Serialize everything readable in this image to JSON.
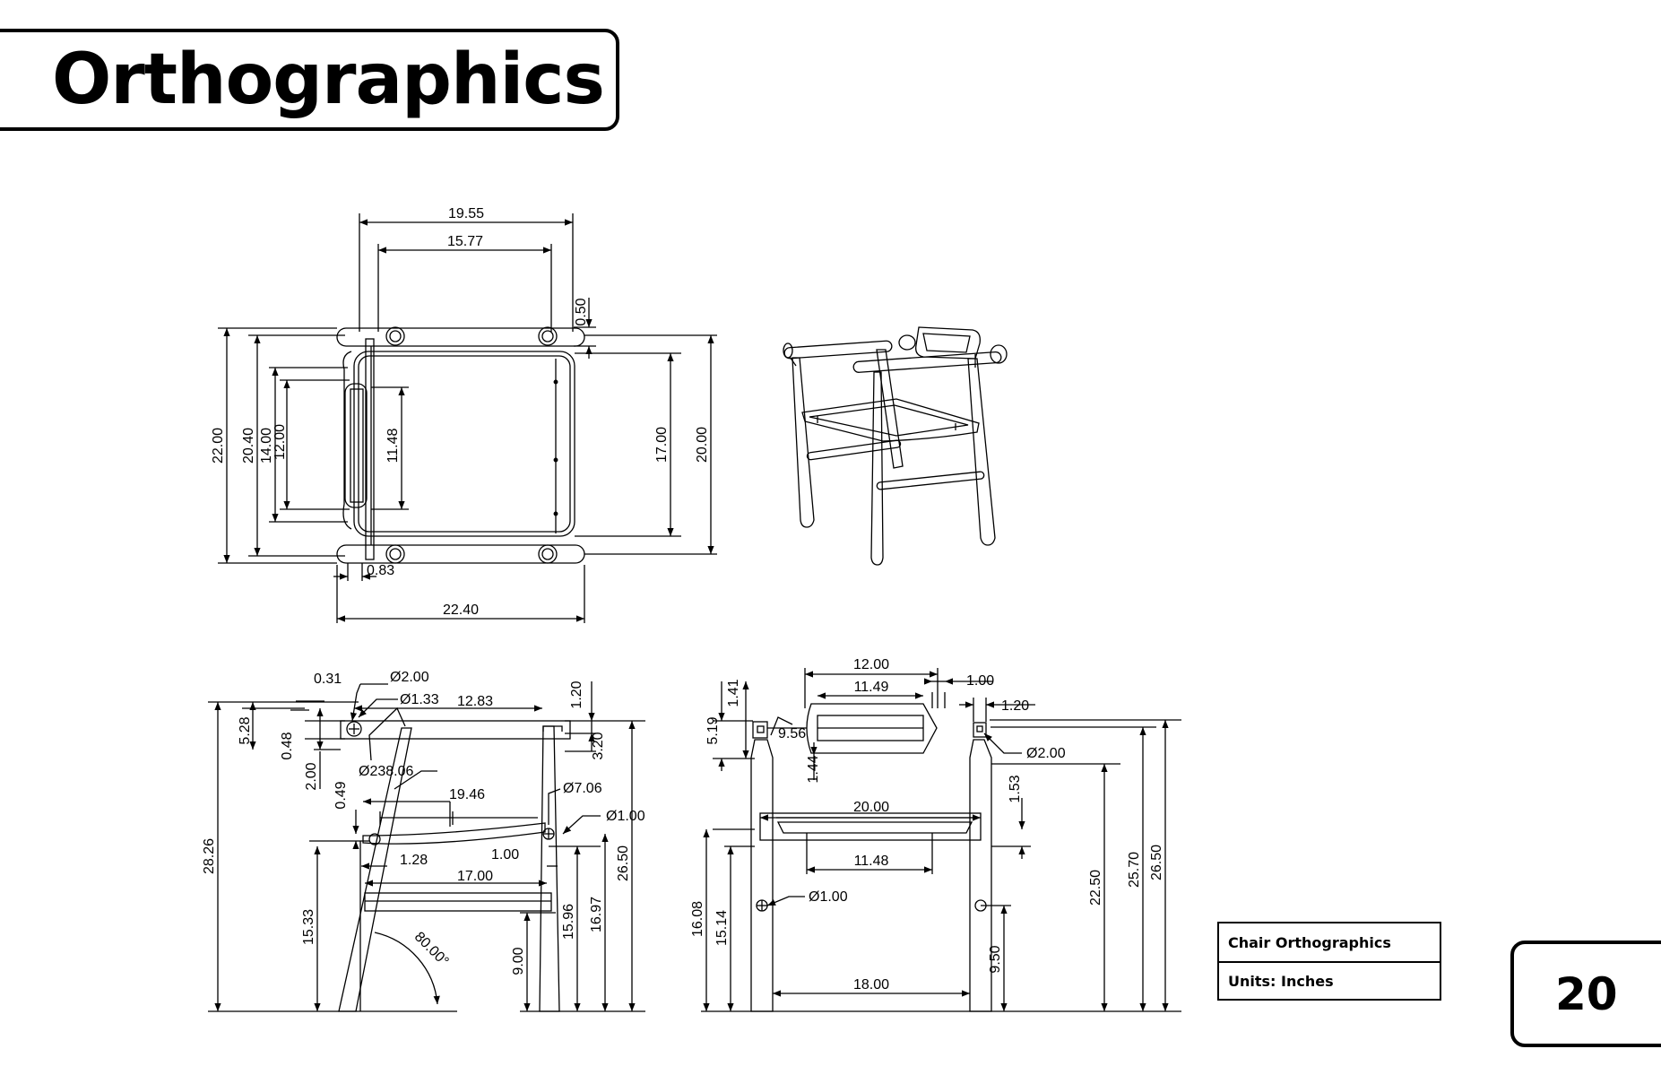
{
  "header": {
    "title": "Orthographics"
  },
  "info_block": {
    "title": "Chair Orthographics",
    "units": "Units: Inches"
  },
  "page_number": "20",
  "top_view": {
    "dims": {
      "width_overall": "19.55",
      "width_inner": "15.77",
      "offset_top": "0.50",
      "depth_overall": "22.00",
      "depth_seat": "20.40",
      "depth_back": "14.00",
      "depth_back_inner": "12.00",
      "back_span": "11.48",
      "seat_inner": "17.00",
      "seat_outer": "20.00",
      "offset_left": "0.83",
      "base_width": "22.40"
    }
  },
  "side_view": {
    "dims": {
      "d1": "0.31",
      "d2": "Ø2.00",
      "d3": "Ø1.33",
      "d4": "12.83",
      "d5": "1.20",
      "d6": "5.28",
      "d7": "0.48",
      "d8": "3.20",
      "d9": "2.00",
      "d10": "Ø238.06",
      "d11": "Ø7.06",
      "d12": "0.49",
      "d13": "19.46",
      "d14": "Ø1.00",
      "d15": "28.26",
      "d16": "1.28",
      "d17": "1.00",
      "d18": "26.50",
      "d19": "17.00",
      "d20": "15.33",
      "d21": "15.96",
      "d22": "16.97",
      "d23": "9.00",
      "d24": "80.00°"
    }
  },
  "front_view": {
    "dims": {
      "d1": "12.00",
      "d2": "1.00",
      "d3": "1.41",
      "d4": "11.49",
      "d5": "1.20",
      "d6": "5.19",
      "d7": "9.56",
      "d8": "Ø2.00",
      "d9": "1.44",
      "d10": "1.53",
      "d11": "20.00",
      "d12": "11.48",
      "d13": "Ø1.00",
      "d14": "16.08",
      "d15": "15.14",
      "d16": "22.50",
      "d17": "25.70",
      "d18": "26.50",
      "d19": "9.50",
      "d20": "18.00"
    }
  }
}
